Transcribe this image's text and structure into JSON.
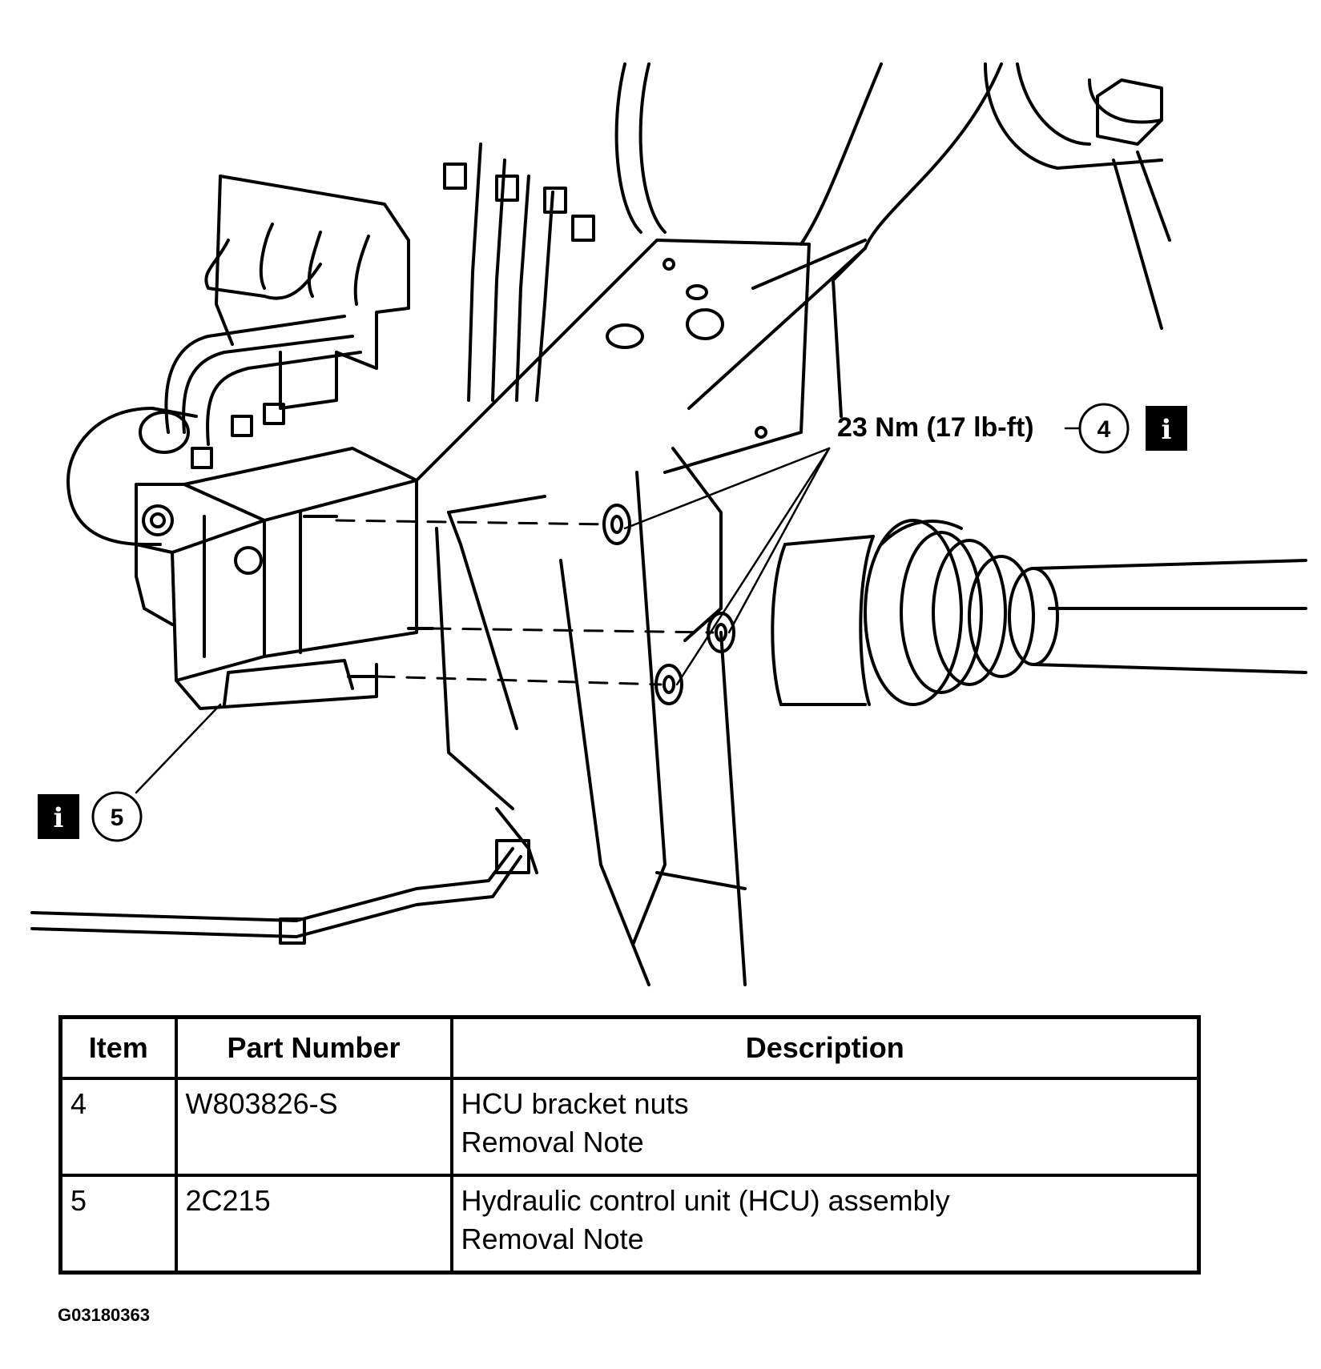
{
  "callouts": {
    "torque_spec": "23 Nm (17 lb-ft)",
    "item_4_number": "4",
    "item_5_number": "5",
    "info_marker": "i"
  },
  "table": {
    "headers": [
      "Item",
      "Part Number",
      "Description"
    ],
    "rows": [
      {
        "item": "4",
        "part_number": "W803826-S",
        "description": "HCU bracket nuts",
        "note": "Removal Note"
      },
      {
        "item": "5",
        "part_number": "2C215",
        "description": "Hydraulic control unit (HCU) assembly",
        "note": "Removal Note"
      }
    ]
  },
  "figure_id": "G03180363"
}
